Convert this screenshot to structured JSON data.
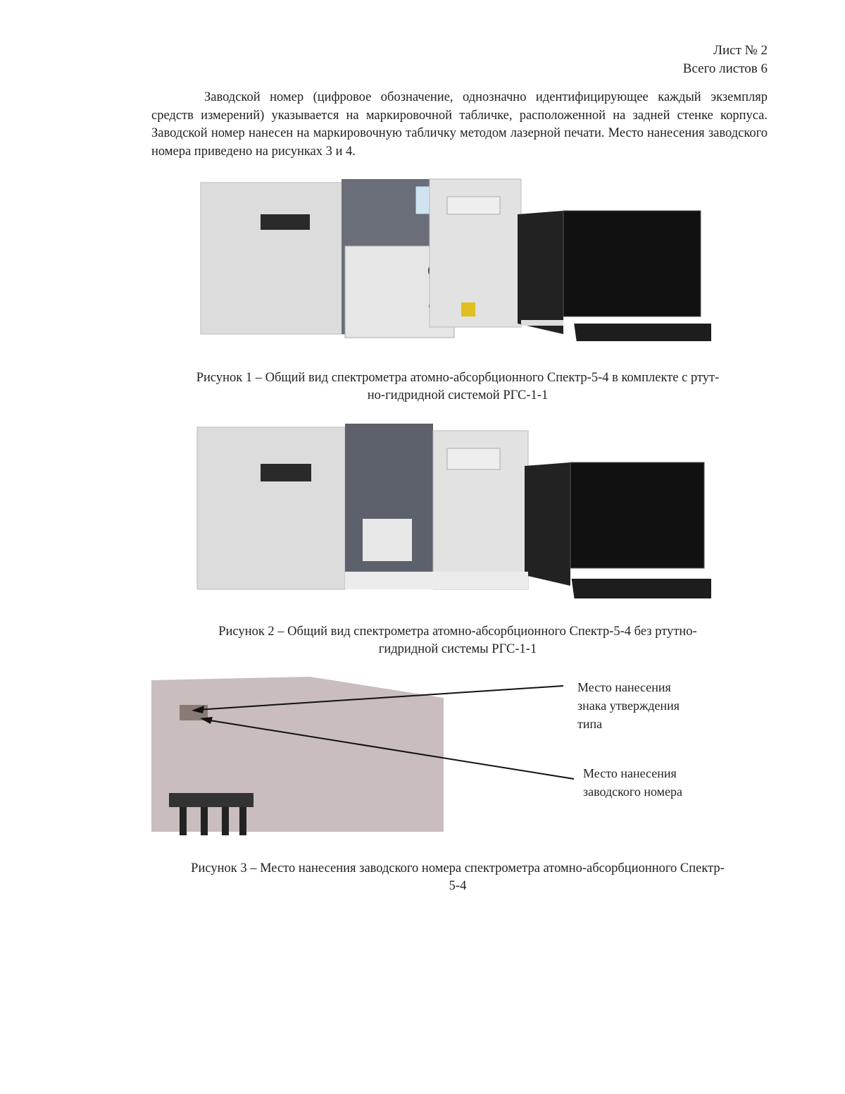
{
  "header": {
    "sheet": "Лист № 2",
    "total": "Всего листов 6"
  },
  "body": {
    "paragraph": "Заводской номер (цифровое обозначение, однозначно идентифицирующее каждый экземпляр средств измерений) указывается на маркировочной табличке, расположенной на задней стенке корпуса. Заводской номер нанесен на маркировочную табличку методом лазерной печати. Место нанесения заводского номера приведено на рисунках 3 и 4."
  },
  "figures": [
    {
      "caption_line1": "Рисунок 1 – Общий вид спектрометра атомно-абсорбционного Спектр-5-4 в комплекте с ртут-",
      "caption_line2": "но-гидридной системой РГС-1-1"
    },
    {
      "caption_line1": "Рисунок 2 – Общий вид спектрометра атомно-абсорбционного Спектр-5-4 без ртутно-",
      "caption_line2": "гидридной системы РГС-1-1"
    },
    {
      "caption_line1": "Рисунок 3 – Место нанесения заводского номера спектрометра атомно-абсорбционного Спектр-",
      "caption_line2": "5-4",
      "callouts": [
        {
          "line1": "Место нанесения",
          "line2": "знака утверждения",
          "line3": "типа"
        },
        {
          "line1": "Место нанесения",
          "line2": "заводского номера"
        }
      ]
    }
  ]
}
